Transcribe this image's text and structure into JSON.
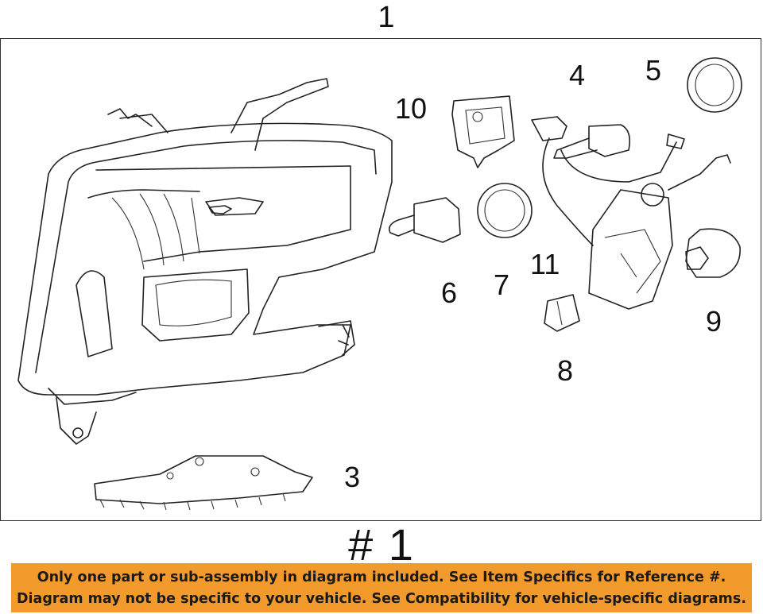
{
  "diagram": {
    "top_label": "1",
    "callouts": {
      "c3": "3",
      "c4": "4",
      "c5": "5",
      "c6": "6",
      "c7": "7",
      "c8": "8",
      "c9": "9",
      "c10": "10",
      "c11": "11"
    },
    "reference_number": "# 1"
  },
  "notice": {
    "line1": "Only one part or sub-assembly in diagram included. See Item Specifics for Reference #.",
    "line2": "Diagram may not be specific to your vehicle. See Compatibility for vehicle-specific diagrams.",
    "background_color": "#f39a2c"
  }
}
